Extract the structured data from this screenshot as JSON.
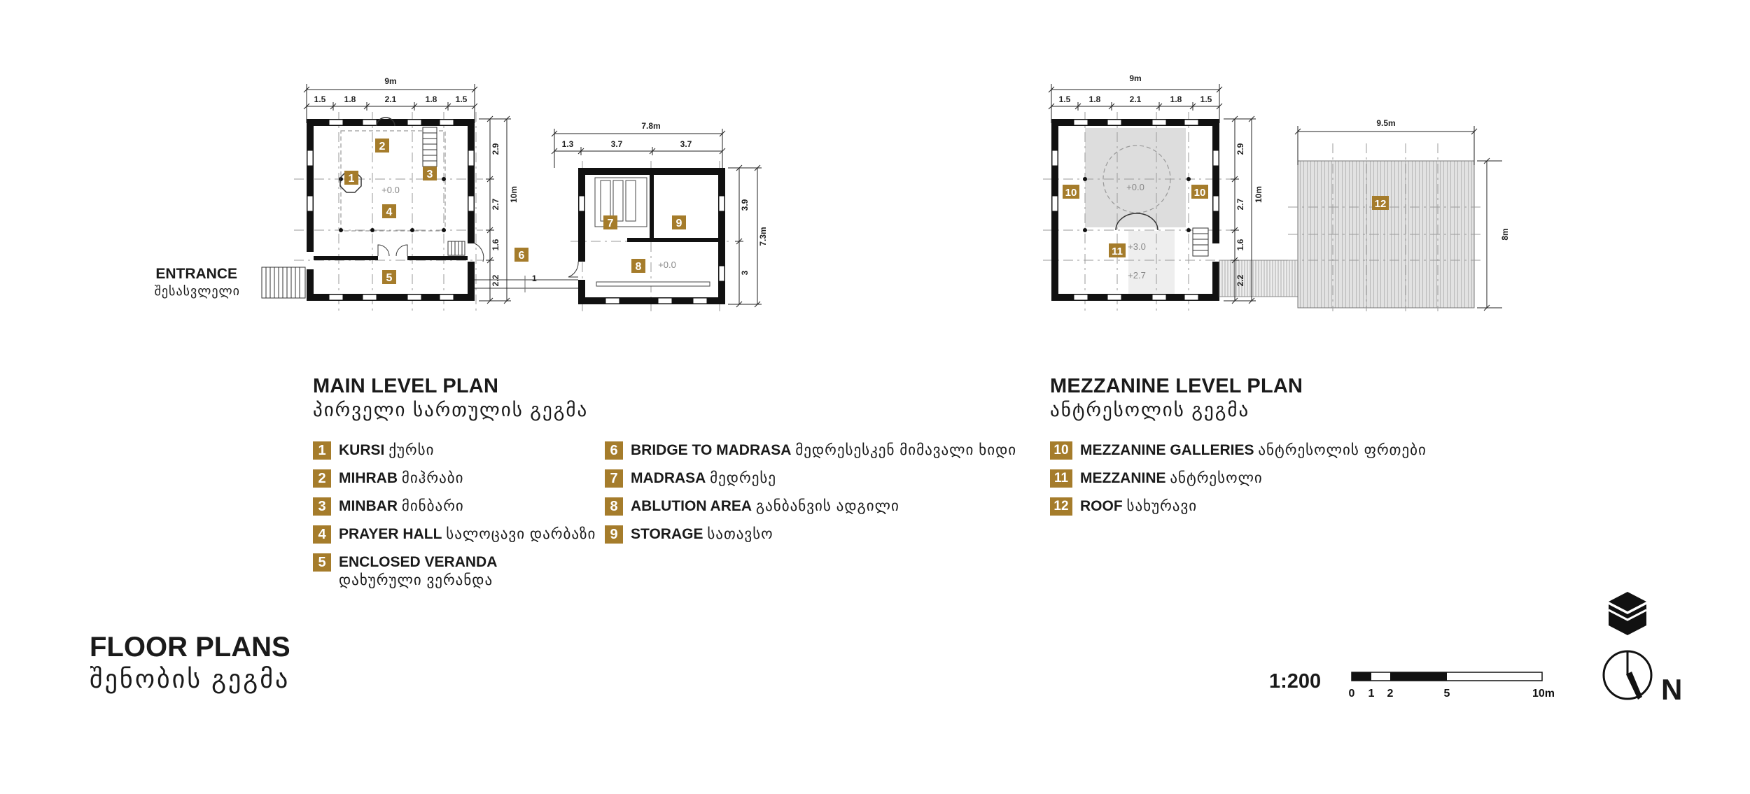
{
  "drawing": {
    "main": {
      "width_total": "9m",
      "width_parts": [
        "1.5",
        "1.8",
        "2.1",
        "1.8",
        "1.5"
      ],
      "height_total": "10m",
      "height_parts": [
        "2.9",
        "2.7",
        "1.6",
        "2.2"
      ],
      "level_label": "+0.0",
      "entrance_label": "ENTRANCE",
      "entrance_label_ka": "შესასვლელი"
    },
    "madrasa": {
      "width_total": "7.8m",
      "width_parts": [
        "1.3",
        "3.7",
        "3.7"
      ],
      "height_total": "7.3m",
      "height_parts": [
        "3.9",
        "3"
      ],
      "level_label": "+0.0",
      "bridge_dim": "1"
    },
    "mezzanine": {
      "width_total": "9m",
      "width_parts": [
        "1.5",
        "1.8",
        "2.1",
        "1.8",
        "1.5"
      ],
      "height_total": "10m",
      "height_parts": [
        "2.9",
        "2.7",
        "1.6",
        "2.2"
      ],
      "level_upper": "+0.0",
      "level_mid": "+3.0",
      "level_lower": "+2.7"
    },
    "roof": {
      "width_total": "9.5m",
      "height_total": "8m"
    }
  },
  "main_plan": {
    "title": "MAIN LEVEL PLAN",
    "title_ka": "პირველი სართულის გეგმა",
    "legend_left": [
      {
        "num": "1",
        "name": "KURSI",
        "ka": "ქურსი"
      },
      {
        "num": "2",
        "name": "MIHRAB",
        "ka": "მიჰრაბი"
      },
      {
        "num": "3",
        "name": "MINBAR",
        "ka": "მინბარი"
      },
      {
        "num": "4",
        "name": "PRAYER HALL",
        "ka": "სალოცავი დარბაზი"
      },
      {
        "num": "5",
        "name": "ENCLOSED VERANDA",
        "ka": "დახურული ვერანდა"
      }
    ],
    "legend_right": [
      {
        "num": "6",
        "name": "BRIDGE TO MADRASA",
        "ka": "მედრესესკენ მიმავალი ხიდი"
      },
      {
        "num": "7",
        "name": "MADRASA",
        "ka": "მედრესე"
      },
      {
        "num": "8",
        "name": "ABLUTION AREA",
        "ka": "განბანვის ადგილი"
      },
      {
        "num": "9",
        "name": "STORAGE",
        "ka": "სათავსო"
      }
    ]
  },
  "mezz_plan": {
    "title": "MEZZANINE LEVEL PLAN",
    "title_ka": "ანტრესოლის გეგმა",
    "legend": [
      {
        "num": "10",
        "name": "MEZZANINE GALLERIES",
        "ka": "ანტრესოლის ფრთები"
      },
      {
        "num": "11",
        "name": "MEZZANINE",
        "ka": "ანტრესოლი"
      },
      {
        "num": "12",
        "name": "ROOF",
        "ka": "სახურავი"
      }
    ]
  },
  "footer": {
    "title": "FLOOR PLANS",
    "title_ka": "შენობის გეგმა",
    "scale": "1:200",
    "scale_ticks": [
      "0",
      "1",
      "2",
      "5",
      "10m"
    ],
    "north": "N"
  },
  "colors": {
    "accent": "#a57c2b",
    "wall": "#111111",
    "grid": "#9a9a9a",
    "shade": "#dcdcdc"
  }
}
